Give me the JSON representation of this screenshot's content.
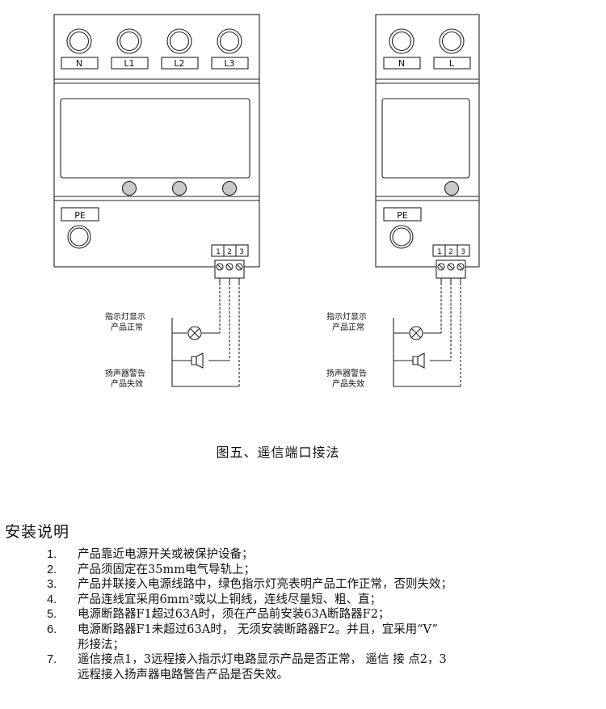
{
  "device_4p": {
    "terminal_labels": [
      "N",
      "L1",
      "L2",
      "L3"
    ],
    "pe_label": "PE",
    "remote_pins": [
      "1",
      "2",
      "3"
    ]
  },
  "device_2p": {
    "terminal_labels": [
      "N",
      "L"
    ],
    "pe_label": "PE",
    "remote_pins": [
      "1",
      "2",
      "3"
    ]
  },
  "wiring": {
    "lamp_label_line1": "指示灯显示",
    "lamp_label_line2": "产品正常",
    "buzzer_label_line1": "扬声器警告",
    "buzzer_label_line2": "产品失效"
  },
  "figure_caption": "图五、遥信端口接法",
  "section_title": "安装说明",
  "instructions": [
    {
      "num": "1.",
      "text": "产品靠近电源开关或被保护设备；"
    },
    {
      "num": "2.",
      "text": "产品须固定在35mm电气导轨上；"
    },
    {
      "num": "3.",
      "text": "产品并联接入电源线路中，绿色指示灯亮表明产品工作正常，否则失效；"
    },
    {
      "num": "4.",
      "text": "产品连线宜采用6mm²或以上铜线，连线尽量短、粗、直；"
    },
    {
      "num": "5.",
      "text": "电源断路器F1超过63A时，须在产品前安装63A断路器F2；"
    },
    {
      "num": "6.",
      "text": "电源断路器F1未超过63A时，  无须安装断路器F2。并且，宜采用“V”\n形接法；"
    },
    {
      "num": "7.",
      "text": "遥信接点1，3远程接入指示灯电路显示产品是否正常， 遥信 接 点2，3\n远程接入扬声器电路警告产品是否失效。"
    }
  ]
}
